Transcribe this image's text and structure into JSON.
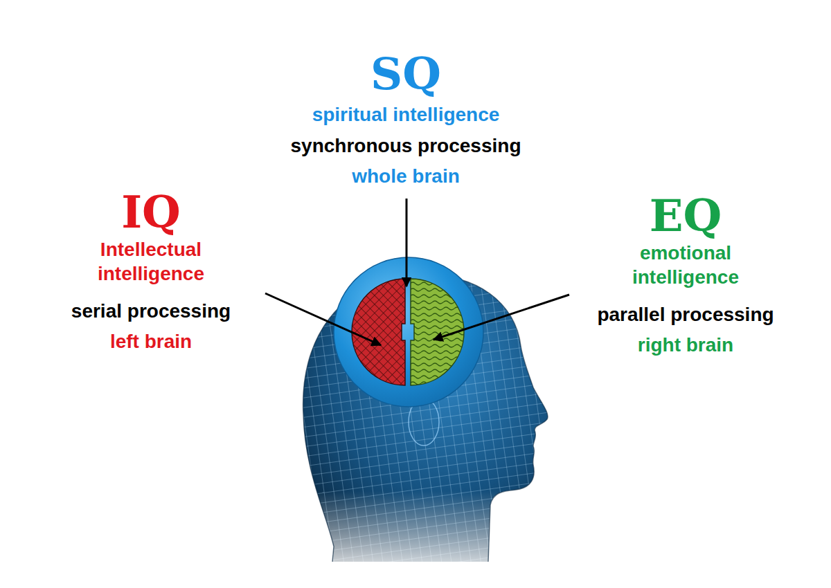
{
  "diagram": {
    "labels": [
      "SQ",
      "spiritual intelligence",
      "synchronous processing",
      "whole brain",
      "IQ",
      "Intellectual intelligence",
      "serial processing",
      "left brain",
      "EQ",
      "emotional intelligence",
      "parallel processing",
      "right brain"
    ]
  }
}
